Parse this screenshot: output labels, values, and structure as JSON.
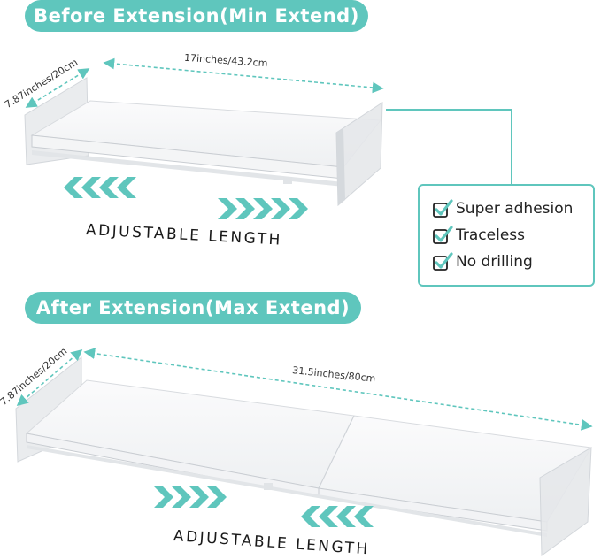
{
  "before": {
    "title": "Before Extension(Min Extend)",
    "width_label": "17inches/43.2cm",
    "depth_label": "7.87inches/20cm",
    "adjust_label": "ADJUSTABLE LENGTH"
  },
  "after": {
    "title": "After Extension(Max Extend)",
    "width_label": "31.5inches/80cm",
    "depth_label": "7.87inches/20cm",
    "adjust_label": "ADJUSTABLE LENGTH"
  },
  "features": [
    {
      "label": "Super adhesion",
      "icon": "checkbox-check-icon"
    },
    {
      "label": "Traceless",
      "icon": "checkbox-check-icon"
    },
    {
      "label": "No drilling",
      "icon": "checkbox-check-icon"
    }
  ],
  "colors": {
    "accent": "#5fc6bd",
    "text": "#222222",
    "shelf": "#ffffff",
    "shelf_edge": "#d9dcdf",
    "acrylic": "#e4e6e9"
  }
}
